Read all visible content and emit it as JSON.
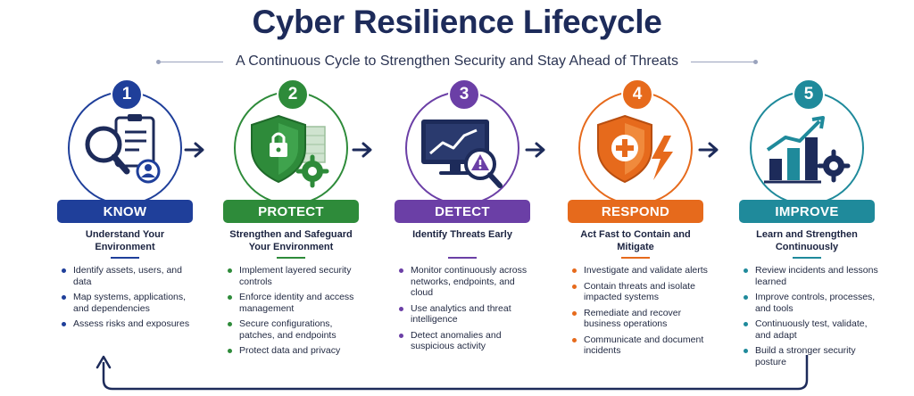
{
  "title": "Cyber Resilience Lifecycle",
  "subtitle": "A Continuous Cycle to Strengthen Security and Stay Ahead of Threats",
  "colors": {
    "navy": "#1d2b5a",
    "know": "#1f3f9a",
    "protect": "#2e8b3a",
    "detect": "#6b3fa6",
    "respond": "#e66a1c",
    "improve": "#1f8a9b"
  },
  "stages": [
    {
      "number": "1",
      "label": "KNOW",
      "icon": "clipboard-magnifier-user-icon",
      "heading": "Understand Your Environment",
      "bullets": [
        "Identify assets, users, and data",
        "Map systems, applications, and dependencies",
        "Assess risks and exposures"
      ]
    },
    {
      "number": "2",
      "label": "PROTECT",
      "icon": "shield-lock-gear-icon",
      "heading": "Strengthen and Safeguard Your Environment",
      "bullets": [
        "Implement layered security controls",
        "Enforce identity and access management",
        "Secure configurations, patches, and endpoints",
        "Protect data and privacy"
      ]
    },
    {
      "number": "3",
      "label": "DETECT",
      "icon": "monitor-alert-magnifier-icon",
      "heading": "Identify Threats Early",
      "bullets": [
        "Monitor continuously across networks, endpoints, and cloud",
        "Use analytics and threat intelligence",
        "Detect anomalies and suspicious activity"
      ]
    },
    {
      "number": "4",
      "label": "RESPOND",
      "icon": "shield-cross-lightning-icon",
      "heading": "Act Fast to Contain and Mitigate",
      "bullets": [
        "Investigate and validate alerts",
        "Contain threats and isolate impacted systems",
        "Remediate and recover business operations",
        "Communicate and document incidents"
      ]
    },
    {
      "number": "5",
      "label": "IMPROVE",
      "icon": "bar-chart-growth-gear-icon",
      "heading": "Learn and Strengthen Continuously",
      "bullets": [
        "Review incidents and lessons learned",
        "Improve controls, processes, and tools",
        "Continuously test, validate, and adapt",
        "Build a stronger security posture"
      ]
    }
  ]
}
